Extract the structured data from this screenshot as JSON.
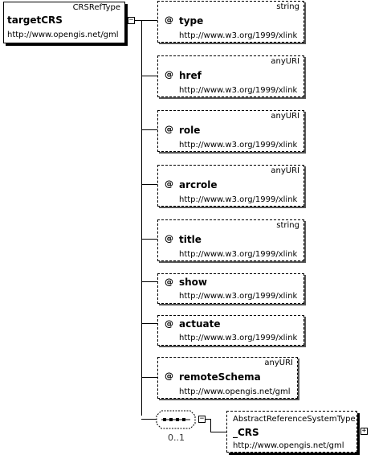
{
  "root": {
    "type": "CRSRefType",
    "name": "targetCRS",
    "namespace": "http://www.opengis.net/gml"
  },
  "attributes": [
    {
      "type": "string",
      "name": "type",
      "namespace": "http://www.w3.org/1999/xlink"
    },
    {
      "type": "anyURI",
      "name": "href",
      "namespace": "http://www.w3.org/1999/xlink"
    },
    {
      "type": "anyURI",
      "name": "role",
      "namespace": "http://www.w3.org/1999/xlink"
    },
    {
      "type": "anyURI",
      "name": "arcrole",
      "namespace": "http://www.w3.org/1999/xlink"
    },
    {
      "type": "string",
      "name": "title",
      "namespace": "http://www.w3.org/1999/xlink"
    },
    {
      "type": "",
      "name": "show",
      "namespace": "http://www.w3.org/1999/xlink"
    },
    {
      "type": "",
      "name": "actuate",
      "namespace": "http://www.w3.org/1999/xlink"
    },
    {
      "type": "anyURI",
      "name": "remoteSchema",
      "namespace": "http://www.opengis.net/gml"
    }
  ],
  "attribute_marker": "@",
  "sequence": {
    "cardinality": "0..1"
  },
  "child": {
    "type": "AbstractReferenceSystemType",
    "name": "_CRS",
    "namespace": "http://www.opengis.net/gml"
  },
  "toggles": {
    "collapse": "−",
    "expand": "+"
  }
}
